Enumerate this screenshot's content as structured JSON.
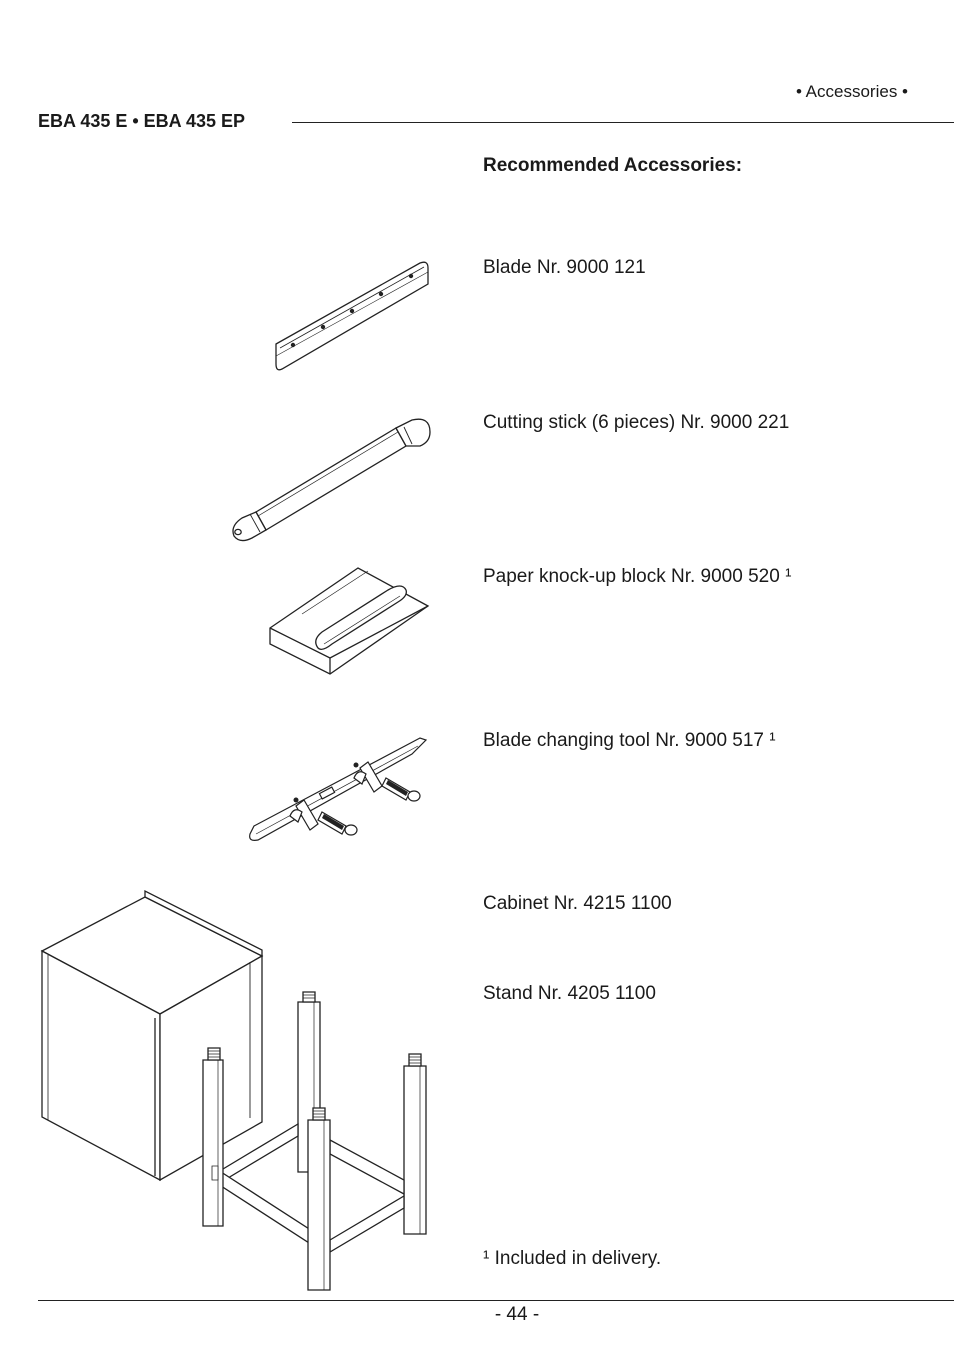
{
  "header": {
    "section": "• Accessories •",
    "title": "EBA 435 E • EBA 435 EP"
  },
  "main": {
    "heading": "Recommended Accessories:",
    "items": [
      {
        "label": "Blade  Nr. 9000 121",
        "illustration": "blade"
      },
      {
        "label": "Cutting stick (6 pieces)  Nr. 9000 221",
        "illustration": "cutting-stick"
      },
      {
        "label": "Paper knock-up block  Nr. 9000 520 ¹",
        "illustration": "knock-up-block"
      },
      {
        "label": "Blade changing tool  Nr. 9000 517 ¹",
        "illustration": "blade-changing-tool"
      },
      {
        "label": "Cabinet  Nr. 4215 1100",
        "illustration": "cabinet"
      },
      {
        "label": "Stand  Nr. 4205 1100",
        "illustration": "stand"
      }
    ],
    "footnote": "¹ Included in delivery."
  },
  "footer": {
    "page_number": "- 44 -"
  }
}
